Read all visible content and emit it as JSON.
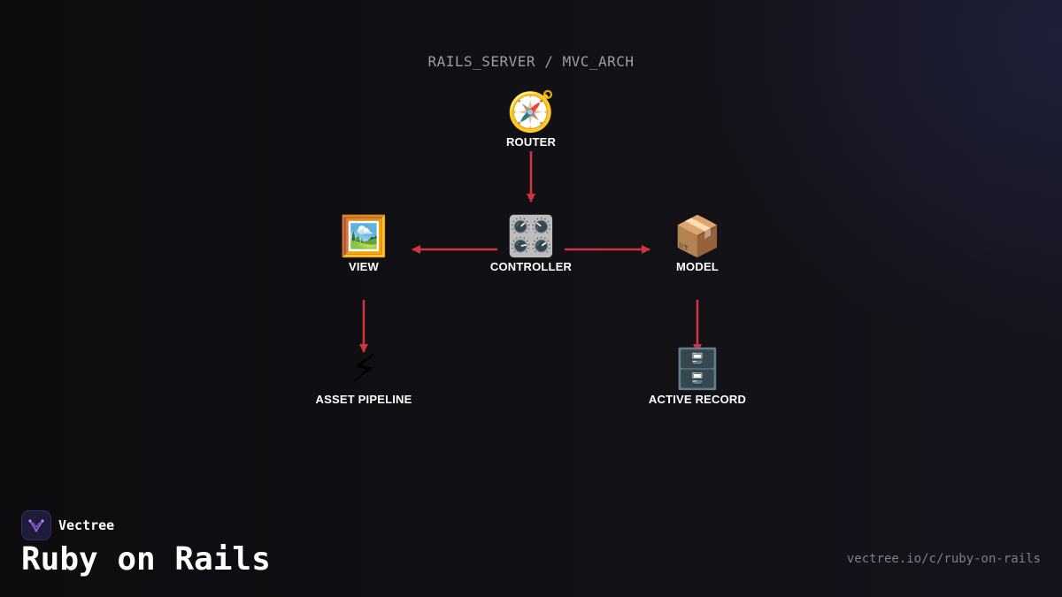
{
  "diagram": {
    "title": "RAILS_SERVER / MVC_ARCH",
    "edge_color": "#d0343f",
    "nodes": [
      {
        "id": "router",
        "label": "ROUTER",
        "icon": "🧭",
        "icon_name": "compass-icon"
      },
      {
        "id": "controller",
        "label": "CONTROLLER",
        "icon": "🎛️",
        "icon_name": "control-knobs-icon"
      },
      {
        "id": "view",
        "label": "VIEW",
        "icon": "🖼️",
        "icon_name": "framed-picture-icon"
      },
      {
        "id": "model",
        "label": "MODEL",
        "icon": "📦",
        "icon_name": "package-icon"
      },
      {
        "id": "asset_pipeline",
        "label": "ASSET PIPELINE",
        "icon": "⚡",
        "icon_name": "lightning-icon"
      },
      {
        "id": "active_record",
        "label": "ACTIVE RECORD",
        "icon": "🗄️",
        "icon_name": "file-cabinet-icon"
      }
    ],
    "edges": [
      {
        "from": "router",
        "to": "controller"
      },
      {
        "from": "controller",
        "to": "view"
      },
      {
        "from": "controller",
        "to": "model"
      },
      {
        "from": "view",
        "to": "asset_pipeline"
      },
      {
        "from": "model",
        "to": "active_record"
      }
    ]
  },
  "footer": {
    "brand_name": "Vectree",
    "brand_logo_icon": "vectree-logo-icon",
    "title": "Ruby on Rails",
    "url": "vectree.io/c/ruby-on-rails"
  }
}
